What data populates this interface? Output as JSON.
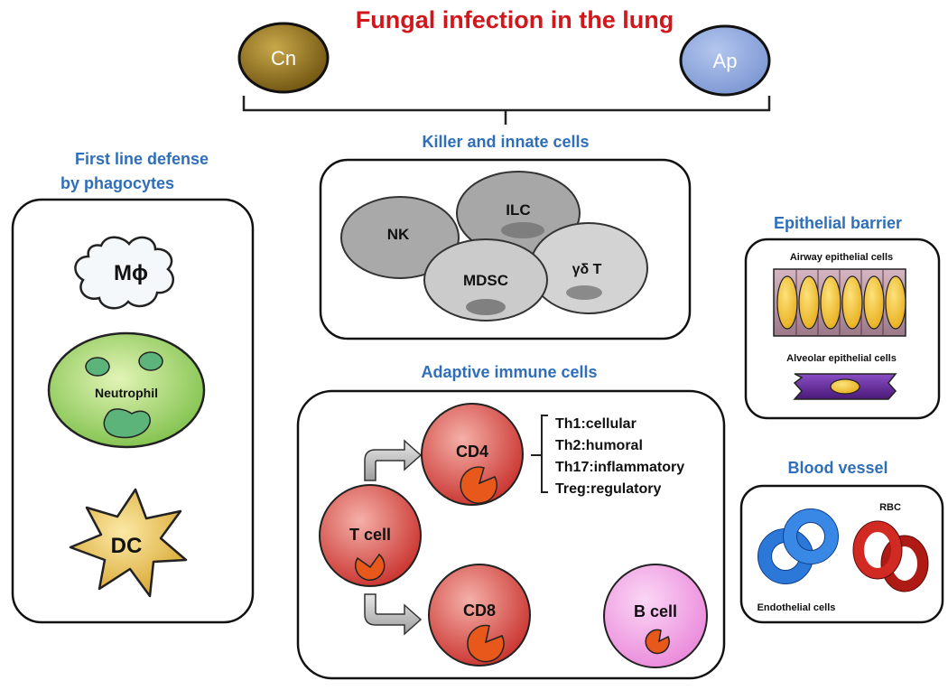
{
  "title": "Fungal infection in the lung",
  "pathogens": {
    "cn": "Cn",
    "ap": "Ap"
  },
  "sections": {
    "phagocytes": {
      "title_line1": "First line defense",
      "title_line2": "by phagocytes",
      "cells": [
        "Mϕ",
        "Neutrophil",
        "DC"
      ]
    },
    "innate": {
      "title": "Killer and innate cells",
      "cells": [
        "NK",
        "ILC",
        "MDSC",
        "γδ T"
      ]
    },
    "adaptive": {
      "title": "Adaptive immune cells",
      "t_cell": "T cell",
      "cd4": "CD4",
      "cd8": "CD8",
      "b_cell": "B cell",
      "th_subsets": [
        "Th1:cellular",
        "Th2:humoral",
        "Th17:inflammatory",
        "Treg:regulatory"
      ]
    },
    "epithelial": {
      "title": "Epithelial barrier",
      "airway": "Airway epithelial cells",
      "alveolar": "Alveolar epithelial cells"
    },
    "blood": {
      "title": "Blood vessel",
      "rbc": "RBC",
      "endothelial": "Endothelial cells"
    }
  },
  "colors": {
    "title": "#d0181c",
    "section_title": "#2f6eb8",
    "cn": "#8c6d1a",
    "ap": "#8fa8dc",
    "neutrophil": "#8cc850",
    "dc": "#e2b83c",
    "t_cells": "#d9534f",
    "b_cell": "#ee90e0",
    "nucleus_orange": "#e8581a",
    "airway_cell": "#b08a9a",
    "nucleus_yellow": "#f2c030",
    "alveolar": "#6a2aa0",
    "endothelial": "#2b78d8",
    "rbc": "#c0201a"
  }
}
